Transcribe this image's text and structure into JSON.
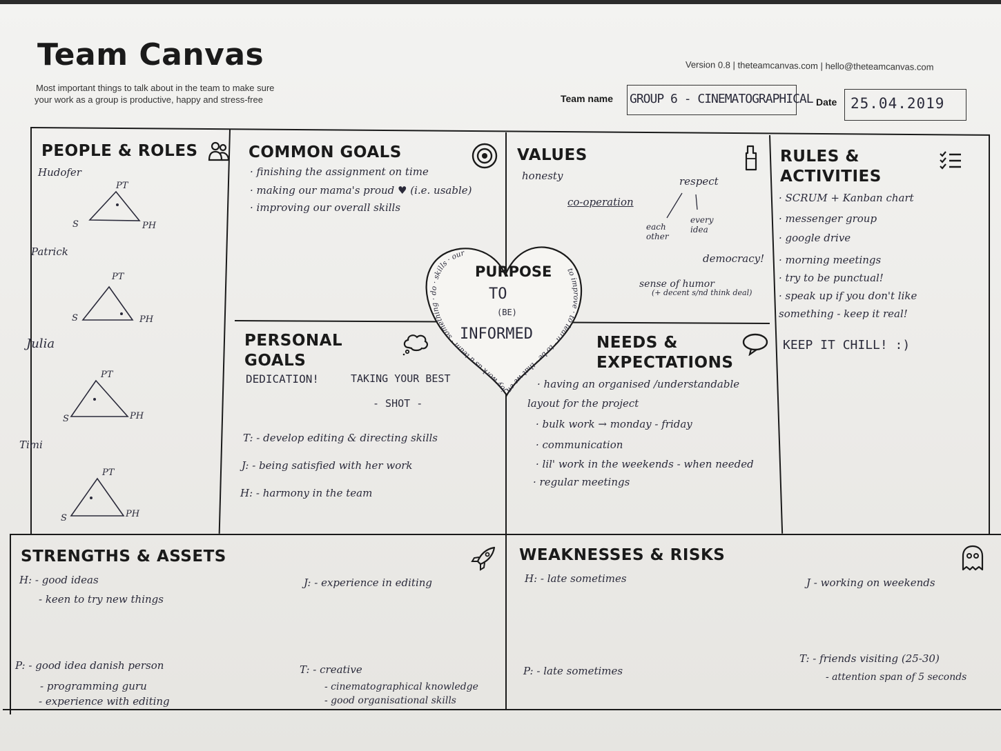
{
  "header": {
    "title": "Team Canvas",
    "subtitle_line1": "Most important things to talk about in the team to make sure",
    "subtitle_line2": "your work as a group is productive, happy and stress-free",
    "meta": "Version 0.8  |  theteamcanvas.com  |  hello@theteamcanvas.com",
    "team_name_label": "Team name",
    "team_name_value": "GROUP 6 - CINEMATOGRAPHICAL",
    "date_label": "Date",
    "date_value": "25.04.2019"
  },
  "people_roles": {
    "title": "PEOPLE & ROLES",
    "members": [
      {
        "name": "Hudofer",
        "top": "PT",
        "left": "S",
        "right": "PH"
      },
      {
        "name": "Patrick",
        "top": "PT",
        "left": "S",
        "right": "PH"
      },
      {
        "name": "Julia",
        "top": "PT",
        "left": "S",
        "right": "PH"
      },
      {
        "name": "Timi",
        "top": "PT",
        "left": "S",
        "right": "PH"
      }
    ]
  },
  "common_goals": {
    "title": "COMMON GOALS",
    "items": [
      "· finishing the assignment on time",
      "· making our mama's proud ♥ (i.e. usable)",
      "· improving our overall skills"
    ]
  },
  "values": {
    "title": "VALUES",
    "honesty": "honesty",
    "cooperation": "co-operation",
    "respect": "respect",
    "each_other": "each other",
    "every_idea": "every idea",
    "democracy": "democracy!",
    "humor": "sense of humor",
    "humor_note": "(+ decent s/nd think deal)"
  },
  "rules": {
    "title_line1": "RULES &",
    "title_line2": "ACTIVITIES",
    "items": [
      "· SCRUM + Kanban chart",
      "· messenger group",
      "· google drive",
      "· morning meetings",
      "· try to be punctual!",
      "· speak up if you don't like",
      "  something - keep it real!"
    ],
    "keep": "KEEP IT CHILL! :)"
  },
  "purpose": {
    "title": "PURPOSE",
    "to": "TO",
    "be": "(BE)",
    "informed": "INFORMED",
    "ring_text": "to improve · to learn · to be · that we enjoy work as a team · something · do · skills · our"
  },
  "personal_goals": {
    "title_line1": "PERSONAL",
    "title_line2": "GOALS",
    "dedication": "DEDICATION!",
    "best": "TAKING YOUR BEST",
    "shot": "- SHOT -",
    "items": [
      "T: - develop editing & directing skills",
      "J: - being satisfied with her work",
      "H: - harmony in the team"
    ]
  },
  "needs": {
    "title_line1": "NEEDS &",
    "title_line2": "EXPECTATIONS",
    "items": [
      "· having an organised /understandable",
      "  layout for the project",
      "· bulk work → monday - friday",
      "· communication",
      "· lil' work in the weekends - when needed",
      "· regular meetings"
    ]
  },
  "strengths": {
    "title": "STRENGTHS & ASSETS",
    "h1": "H: - good ideas",
    "h2": "- keen to try new things",
    "j1": "J: - experience in editing",
    "p1": "P: - good idea danish person",
    "p2": "- programming guru",
    "p3": "- experience with editing",
    "t1": "T: - creative",
    "t2": "- cinematographical knowledge",
    "t3": "- good organisational skills"
  },
  "weaknesses": {
    "title": "WEAKNESSES & RISKS",
    "h1": "H: - late sometimes",
    "j1": "J - working on weekends",
    "p1": "P: - late sometimes",
    "t1": "T: - friends visiting (25-30)",
    "t2": "- attention span of 5 seconds"
  },
  "icons": {
    "people": "people-icon",
    "target": "target-icon",
    "values": "thumbs-up-icon",
    "rules": "checklist-icon",
    "personal": "thought-bubble-icon",
    "needs": "speech-bubble-icon",
    "strengths": "rocket-icon",
    "weaknesses": "ghost-icon"
  }
}
